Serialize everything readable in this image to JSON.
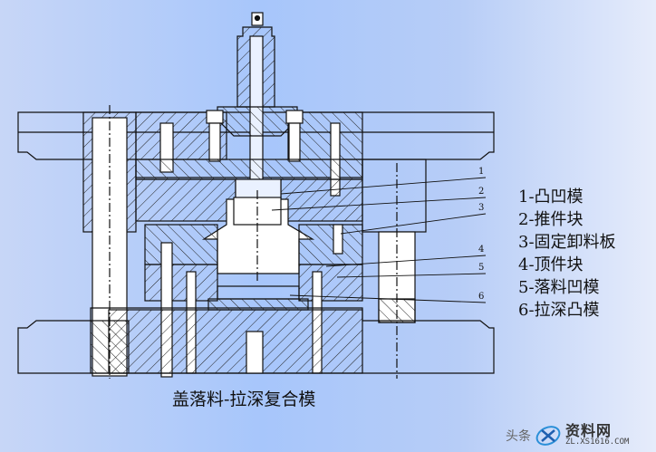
{
  "diagram": {
    "callouts": [
      "1",
      "2",
      "3",
      "4",
      "5",
      "6"
    ],
    "legend": [
      "1-凸凹模",
      "2-推件块",
      "3-固定卸料板",
      "4-顶件块",
      "5-落料凹模",
      "6-拉深凸模"
    ],
    "caption": "盖落料-拉深复合模",
    "colors": {
      "line": "#111111",
      "hatch": "#222222",
      "background_left": "#c7d6f7",
      "background_mid": "#a7c6fb",
      "background_right": "#e6ecfb"
    }
  },
  "watermark": {
    "prefix": "头条",
    "name": "资料网",
    "site": "ZL.XS1616.COM",
    "icon": "xs-logo-icon"
  }
}
